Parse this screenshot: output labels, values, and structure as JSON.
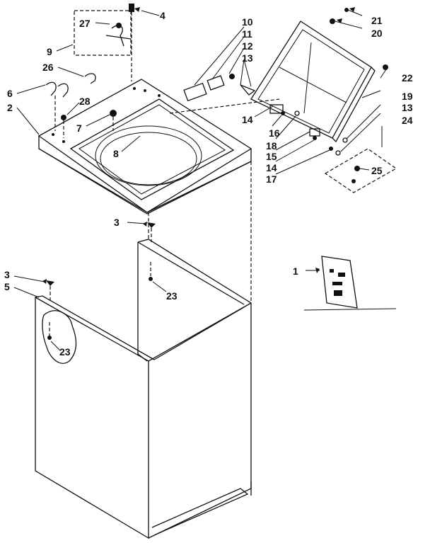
{
  "callouts": {
    "c1": "1",
    "c2": "2",
    "c3a": "3",
    "c3b": "3",
    "c4": "4",
    "c5": "5",
    "c6": "6",
    "c7": "7",
    "c8": "8",
    "c9": "9",
    "c10": "10",
    "c11": "11",
    "c12": "12",
    "c13a": "13",
    "c13b": "13",
    "c14a": "14",
    "c14b": "14",
    "c15": "15",
    "c16": "16",
    "c17": "17",
    "c18": "18",
    "c19": "19",
    "c20": "20",
    "c21": "21",
    "c22": "22",
    "c23a": "23",
    "c23b": "23",
    "c24": "24",
    "c25": "25",
    "c26": "26",
    "c27": "27",
    "c28": "28"
  },
  "colors": {
    "ink": "#111111",
    "paper": "#ffffff"
  }
}
